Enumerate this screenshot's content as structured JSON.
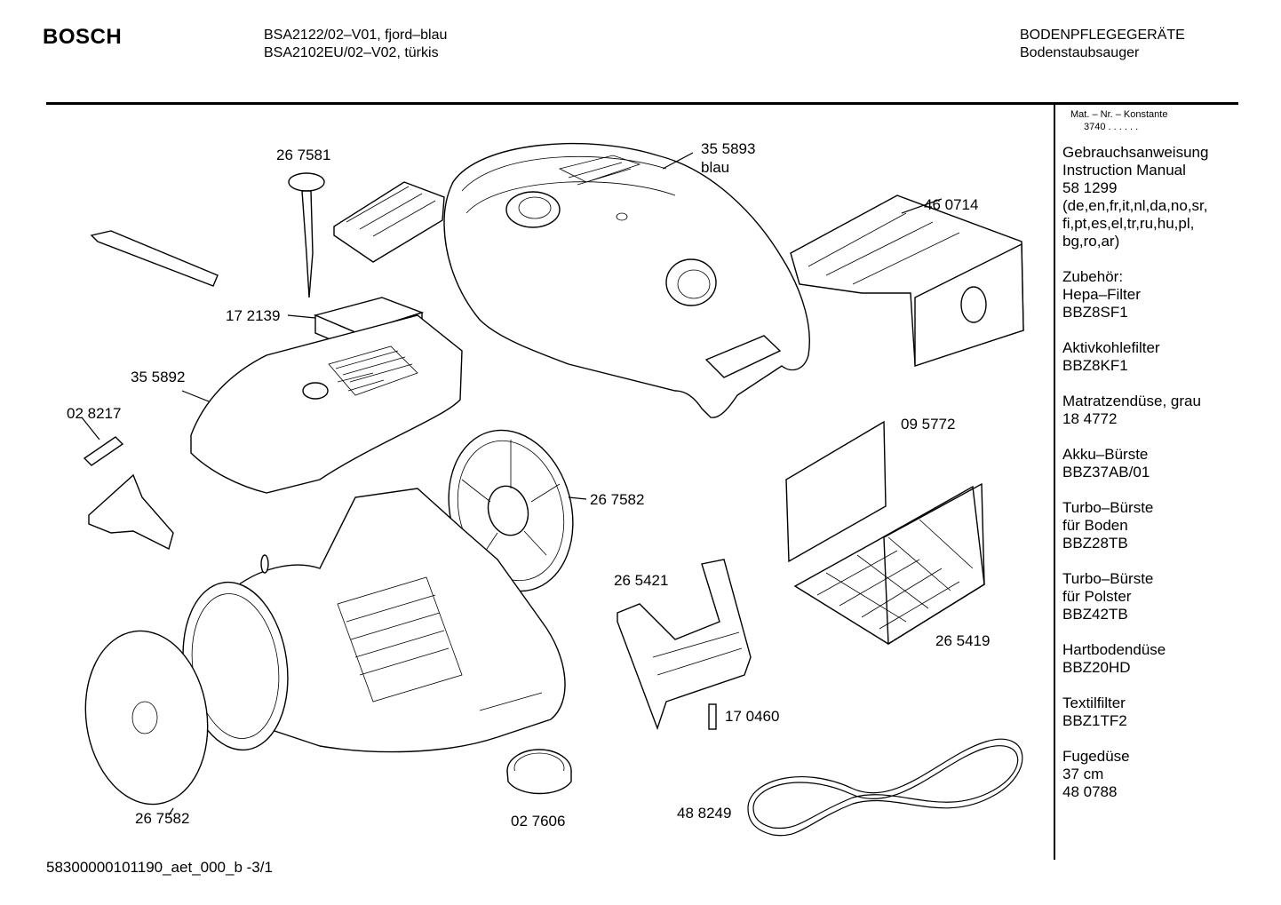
{
  "header": {
    "brand": "BOSCH",
    "model_line1": "BSA2122/02–V01, fjord–blau",
    "model_line2": "BSA2102EU/02–V02, türkis",
    "category": "BODENPFLEGEGERÄTE",
    "subcategory": "Bodenstaubsauger"
  },
  "sidebar": {
    "mat_label": "Mat. – Nr. – Konstante",
    "mat_value": "3740  .  .  .  .  .  .",
    "groups": [
      [
        "Gebrauchsanweisung",
        "Instruction Manual",
        "58 1299",
        "(de,en,fr,it,nl,da,no,sr,",
        "fi,pt,es,el,tr,ru,hu,pl,",
        "bg,ro,ar)"
      ],
      [
        "Zubehör:",
        "Hepa–Filter",
        "BBZ8SF1"
      ],
      [
        "Aktivkohlefilter",
        "BBZ8KF1"
      ],
      [
        "Matratzendüse, grau",
        "18 4772"
      ],
      [
        "Akku–Bürste",
        "BBZ37AB/01"
      ],
      [
        "Turbo–Bürste",
        "für Boden",
        "BBZ28TB"
      ],
      [
        "Turbo–Bürste",
        "für Polster",
        "BBZ42TB"
      ],
      [
        "Hartbodendüse",
        "BBZ20HD"
      ],
      [
        "Textilfilter",
        "BBZ1TF2"
      ],
      [
        "Fugedüse",
        "37 cm",
        "48 0788"
      ]
    ]
  },
  "parts": {
    "p267581": "26 7581",
    "p355893": "35 5893",
    "p355893_note": "blau",
    "p460714": "46 0714",
    "p172139": "17 2139",
    "p355892": "35 5892",
    "p028217": "02 8217",
    "p095772": "09 5772",
    "p267582_top": "26 7582",
    "p265421": "26 5421",
    "p265419": "26 5419",
    "p170460": "17 0460",
    "p267582_bottom": "26 7582",
    "p027606": "02 7606",
    "p488249": "48 8249"
  },
  "footer": {
    "doc_id": "58300000101190_aet_000_b -3/1"
  }
}
